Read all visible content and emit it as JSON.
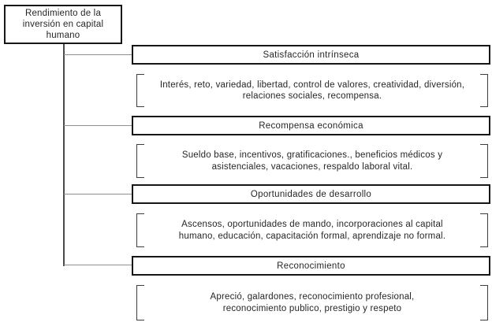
{
  "diagram": {
    "root": {
      "title": "Rendimiento de la inversión en capital humano"
    },
    "branches": [
      {
        "label": "Satisfacción intrínseca",
        "items": "Interés, reto, variedad, libertad, control de valores, creatividad, diversión, relaciones sociales, recompensa."
      },
      {
        "label": "Recompensa económica",
        "items": "Sueldo base, incentivos, gratificaciones., beneficios médicos y asistenciales, vacaciones, respaldo laboral vital."
      },
      {
        "label": "Oportunidades de desarrollo",
        "items": "Ascensos, oportunidades de mando, incorporaciones al capital humano, educación, capacitación formal, aprendizaje no formal."
      },
      {
        "label": "Reconocimiento",
        "items": "Apreció, galardones, reconocimiento profesional, reconocimiento publico, prestigio y respeto"
      }
    ],
    "colors": {
      "background": "#ffffff",
      "box_border": "#161616",
      "trunk_line": "#4a4a4a",
      "branch_line": "#8f8f8f",
      "bracket": "#3d3d3d",
      "text": "#262626"
    }
  }
}
